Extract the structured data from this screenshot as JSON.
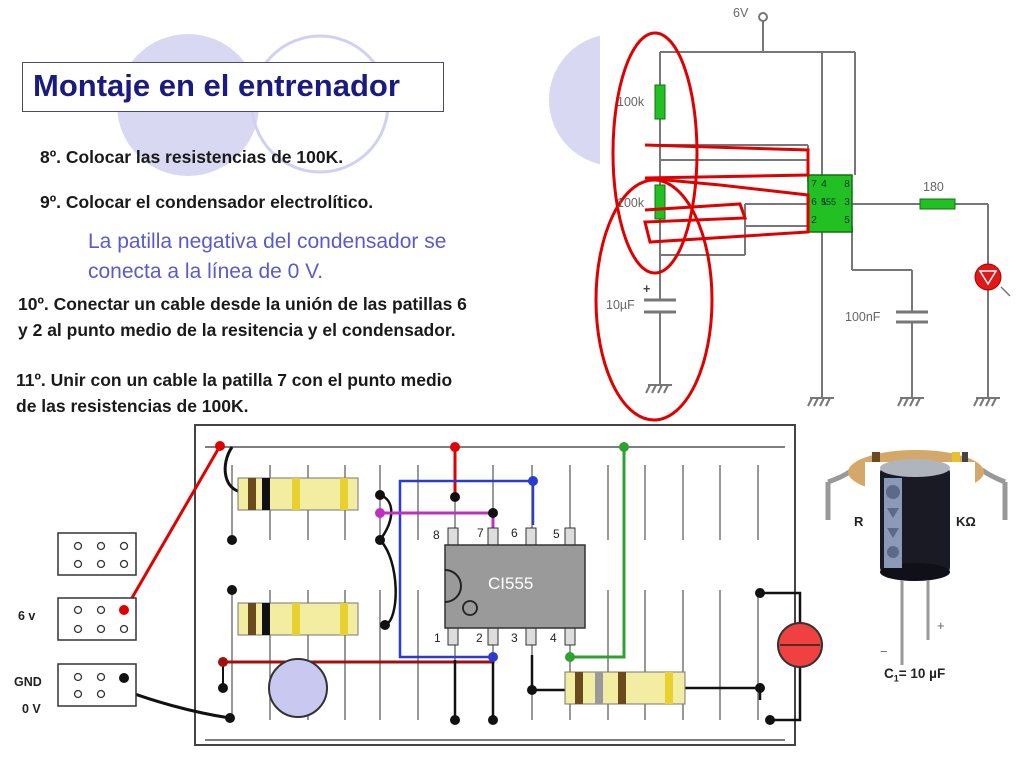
{
  "slide": {
    "title": "Montaje en el entrenador",
    "step8": "8º. Colocar las resistencias de 100K.",
    "step9": "9º. Colocar el condensador electrolítico.",
    "note_line1": "La patilla negativa del condensador se",
    "note_line2": "conecta a la línea de 0 V.",
    "step10_line1": "10º. Conectar un cable desde la unión de las patillas 6",
    "step10_line2": "y 2 al punto medio de la resitencia y el condensador.",
    "step11_line1": "11º. Unir con un cable la patilla 7 con el punto medio",
    "step11_line2": "de las resistencias de 100K."
  },
  "schematic": {
    "supply": "6V",
    "r1": "100k",
    "r2": "100k",
    "cap": "10µF",
    "cap_plus": "+",
    "ic": "555",
    "pins_left": [
      "7",
      "6",
      "2"
    ],
    "pins_left_b": [
      "4",
      "",
      "1"
    ],
    "pins_right": [
      "8",
      "3",
      "5"
    ],
    "r_led": "180",
    "c_filter": "100nF"
  },
  "breadboard": {
    "ic_label": "CI555",
    "pins_top": [
      "8",
      "7",
      "6",
      "5"
    ],
    "pins_bottom": [
      "1",
      "2",
      "3",
      "4"
    ],
    "label_6v": "6 v",
    "label_gnd": "GND",
    "label_0v": "0 V"
  },
  "photo": {
    "resistor_label_left": "R",
    "resistor_label_right": "KΩ",
    "cap_label": "C",
    "cap_label_sub": "1",
    "cap_label_value": "= 10 µF",
    "cap_plus": "+",
    "cap_minus": "−"
  },
  "colors": {
    "title": "#1a1a80",
    "note": "#5a5ad0",
    "annotation": "#e00000",
    "resistor_body": "#f2eda0",
    "ic_body": "#9a9a9a",
    "wire_blue": "#2a3bd0",
    "wire_magenta": "#c030c0",
    "wire_green": "#30a030",
    "wire_darkred": "#a01010",
    "schematic_green": "#22c022"
  }
}
